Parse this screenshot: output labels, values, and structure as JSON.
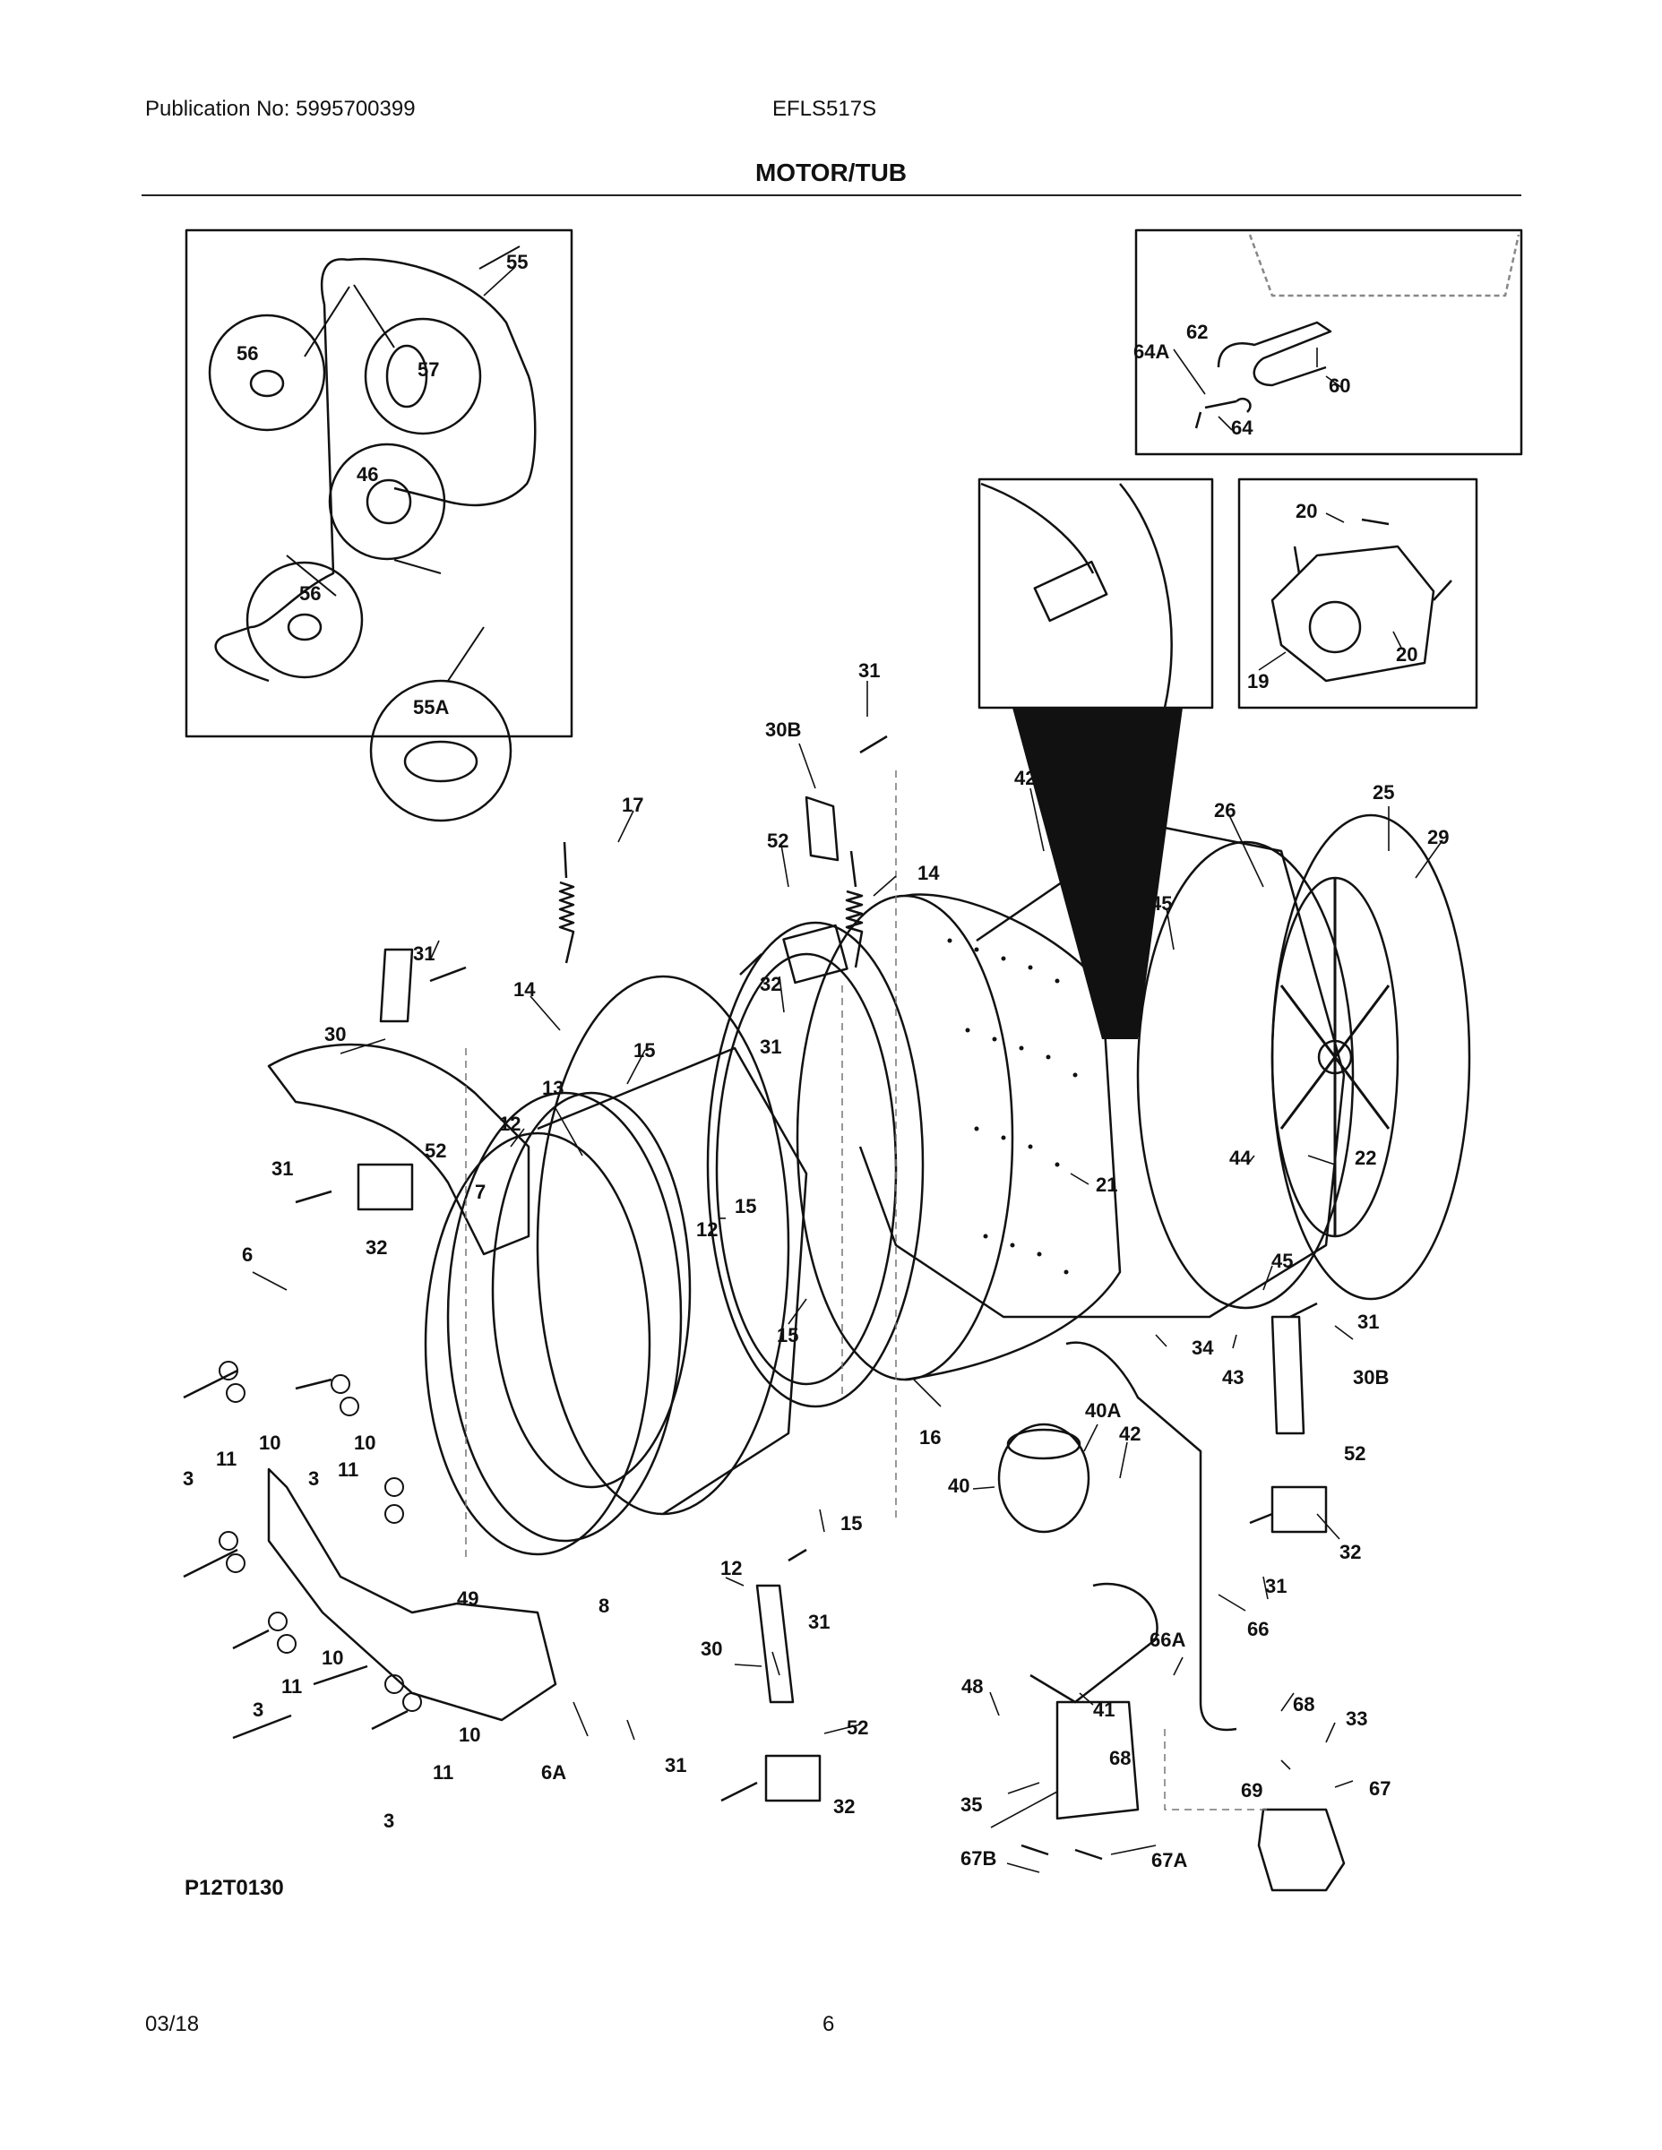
{
  "header": {
    "publication": "Publication No: 5995700399",
    "model": "EFLS517S",
    "section_title": "MOTOR/TUB"
  },
  "footer": {
    "drawing_code": "P12T0130",
    "date": "03/18",
    "page": "6"
  },
  "callouts": {
    "c55": "55",
    "c56a": "56",
    "c57": "57",
    "c46": "46",
    "c56b": "56",
    "c55A": "55A",
    "c62": "62",
    "c64A": "64A",
    "c60": "60",
    "c64": "64",
    "c20a": "20",
    "c20b": "20",
    "c19": "19",
    "c31a": "31",
    "c30B": "30B",
    "c42a": "42",
    "c26": "26",
    "c25": "25",
    "c29": "29",
    "c17": "17",
    "c52a": "52",
    "c14a": "14",
    "c45a": "45",
    "c31b": "31",
    "c32a": "32",
    "c31c": "31",
    "c14b": "14",
    "c30a": "30",
    "c15a": "15",
    "c13": "13",
    "c52b": "52",
    "c12a": "12",
    "c31d": "31",
    "c7": "7",
    "c32b": "32",
    "c12b": "12",
    "c15b": "15",
    "c21": "21",
    "c44": "44",
    "c22": "22",
    "c6": "6",
    "c15c": "15",
    "c45b": "45",
    "c31e": "31",
    "c34": "34",
    "c43": "43",
    "c30B2": "30B",
    "c40A": "40A",
    "c42b": "42",
    "c40": "40",
    "c16": "16",
    "c52c": "52",
    "c10a": "10",
    "c10b": "10",
    "c11a": "11",
    "c11b": "11",
    "c3a": "3",
    "c3b": "3",
    "c15d": "15",
    "c32c": "32",
    "c31f": "31",
    "c12c": "12",
    "c31g": "31",
    "c49": "49",
    "c8": "8",
    "c66": "66",
    "c66A": "66A",
    "c30b": "30",
    "c10c": "10",
    "c11c": "11",
    "c3c": "3",
    "c10d": "10",
    "c11d": "11",
    "c6A": "6A",
    "c3d": "3",
    "c41": "41",
    "c48": "48",
    "c52d": "52",
    "c31h": "31",
    "c32d": "32",
    "c68a": "68",
    "c33": "33",
    "c68b": "68",
    "c69": "69",
    "c67": "67",
    "c35": "35",
    "c67B": "67B",
    "c67A": "67A"
  }
}
